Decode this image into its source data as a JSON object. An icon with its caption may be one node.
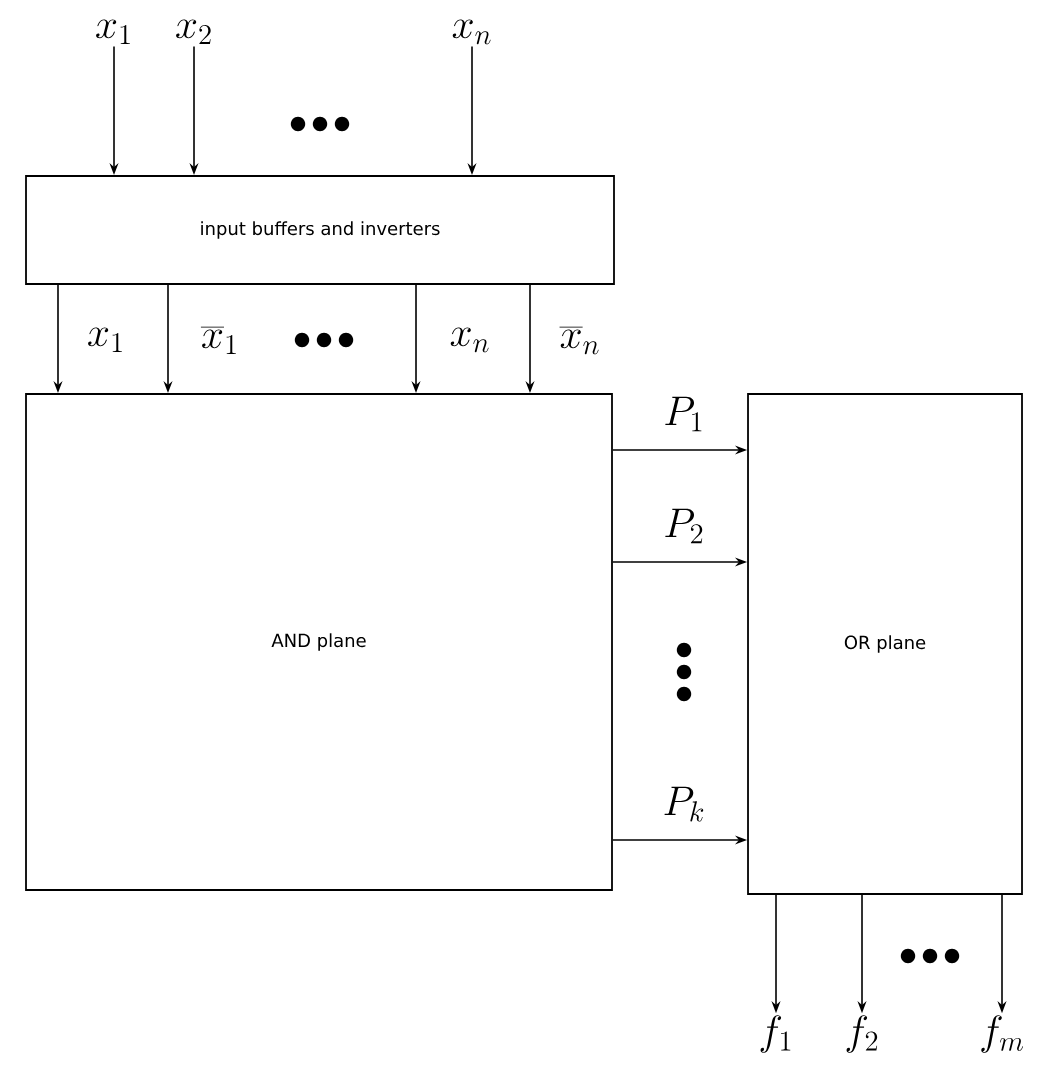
{
  "diagram": {
    "nodes": [
      {
        "text": [
          "input buffers and inverters"
        ]
      },
      {
        "text": [
          "AND plane"
        ]
      },
      {
        "text": [
          "OR plane"
        ]
      },
      {
        "text": [
          "x_1"
        ]
      },
      {
        "text": [
          "x_2"
        ]
      },
      {
        "text": [
          "x_n"
        ]
      },
      {
        "text": [
          "f_1"
        ]
      },
      {
        "text": [
          "f_2"
        ]
      },
      {
        "text": [
          "f_m"
        ]
      }
    ],
    "edges": [
      {
        "from": 3,
        "to": 0,
        "arrow": "to"
      },
      {
        "from": 4,
        "to": 0,
        "arrow": "to"
      },
      {
        "from": 5,
        "to": 0,
        "arrow": "to"
      },
      {
        "from": 0,
        "to": 1,
        "arrow": "to",
        "label": "x_1"
      },
      {
        "from": 0,
        "to": 1,
        "arrow": "to",
        "label": "\\overline{x}_1"
      },
      {
        "from": 0,
        "to": 1,
        "arrow": "to",
        "label": "x_n"
      },
      {
        "from": 0,
        "to": 1,
        "arrow": "to",
        "label": "\\overline{x}_n"
      },
      {
        "from": 1,
        "to": 2,
        "arrow": "to",
        "label": "P_1"
      },
      {
        "from": 1,
        "to": 2,
        "arrow": "to",
        "label": "P_2"
      },
      {
        "from": 1,
        "to": 2,
        "arrow": "to",
        "label": "P_k"
      },
      {
        "from": 2,
        "to": 6,
        "arrow": "to"
      },
      {
        "from": 2,
        "to": 7,
        "arrow": "to"
      },
      {
        "from": 2,
        "to": 8,
        "arrow": "to"
      }
    ]
  }
}
